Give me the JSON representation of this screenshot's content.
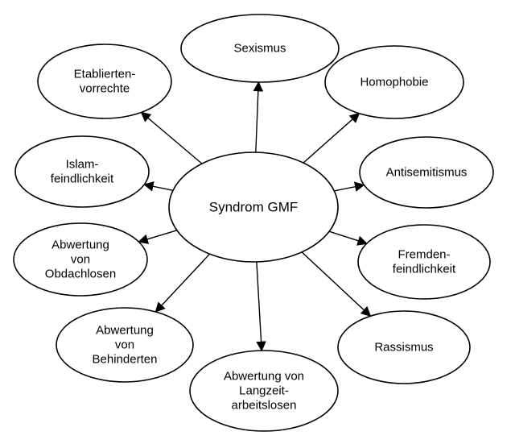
{
  "center": {
    "label": "Syndrom GMF"
  },
  "nodes": [
    {
      "id": "sexismus",
      "lines": [
        "Sexismus"
      ]
    },
    {
      "id": "homophobie",
      "lines": [
        "Homophobie"
      ]
    },
    {
      "id": "antisemitismus",
      "lines": [
        "Antisemitismus"
      ]
    },
    {
      "id": "fremdenfeindlichkeit",
      "lines": [
        "Fremden-",
        "feindlichkeit"
      ]
    },
    {
      "id": "rassismus",
      "lines": [
        "Rassismus"
      ]
    },
    {
      "id": "langzeitarbeitslose",
      "lines": [
        "Abwertung von",
        "Langzeit-",
        "arbeitslosen"
      ]
    },
    {
      "id": "behinderte",
      "lines": [
        "Abwertung",
        "von",
        "Behinderten"
      ]
    },
    {
      "id": "obdachlose",
      "lines": [
        "Abwertung",
        "von",
        "Obdachlosen"
      ]
    },
    {
      "id": "islamfeindlichkeit",
      "lines": [
        "Islam-",
        "feindlichkeit"
      ]
    },
    {
      "id": "etabliertenvorrechte",
      "lines": [
        "Etablierten-",
        "vorrechte"
      ]
    }
  ],
  "style": {
    "stroke": "#000000",
    "fill": "#ffffff"
  }
}
